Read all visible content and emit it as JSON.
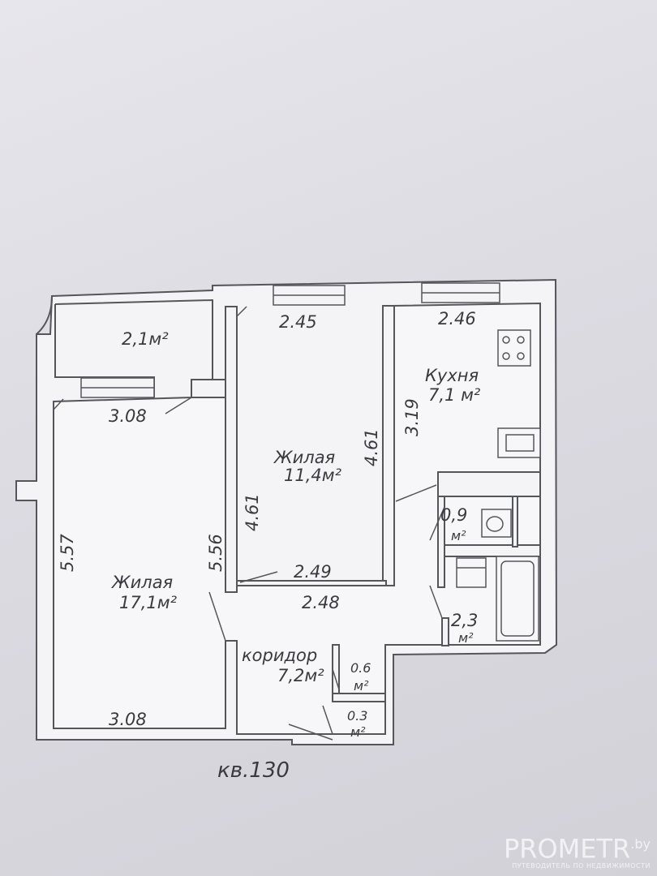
{
  "apartment_label": "кв.130",
  "rooms": {
    "balcony_area": "2,1м²",
    "living_small_name": "Жилая",
    "living_small_area": "11,4м²",
    "living_large_name": "Жилая",
    "living_large_area": "17,1м²",
    "kitchen_name": "Кухня",
    "kitchen_area": "7,1 м²",
    "corridor_name": "коридор",
    "corridor_area": "7,2м²",
    "wc_area": "0,9",
    "wc_unit": "м²",
    "bath_area": "2,3",
    "bath_unit": "м²",
    "closet_1_area": "0.6",
    "closet_1_unit": "м²",
    "closet_2_area": "0.3",
    "closet_2_unit": "м²"
  },
  "dimensions": {
    "living_small_top": "2.45",
    "living_small_bottom": "2.49",
    "living_small_left": "4.61",
    "living_small_right": "4.61",
    "kitchen_top": "2.46",
    "kitchen_left": "3.19",
    "living_large_top": "3.08",
    "living_large_bottom": "3.08",
    "living_large_left": "5.57",
    "living_large_right": "5.56",
    "corridor_top": "2.48"
  },
  "watermark": {
    "brand_a": "PRO",
    "brand_b": "METR",
    "brand_c": ".by",
    "tagline": "ПУТЕВОДИТЕЛЬ ПО НЕДВИЖИМОСТИ"
  }
}
